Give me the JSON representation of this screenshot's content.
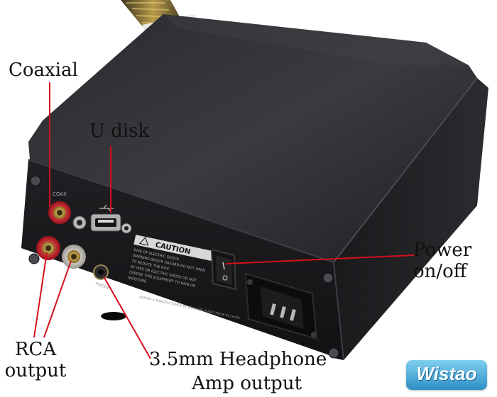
{
  "callouts": {
    "coaxial": "Coaxial",
    "u_disk": "U disk",
    "power_line1": "Power",
    "power_line2": "on/off",
    "rca_line1": "RCA",
    "rca_line2": "output",
    "headphone_line1": "3.5mm Headphone",
    "headphone_line2": "Amp output"
  },
  "panel_markings": {
    "coax_port": "COAX",
    "phone_port": "PHONE",
    "caution_title": "CAUTION",
    "caution_subtitle": "RISK OF ELECTRIC SHOCK",
    "caution_line1": "WARNING:SHOCK HAZARD-DO NOT OPEN",
    "caution_line2": "TO REDUCE THE RISK",
    "caution_line3": "OF FIRE OR ELECTRIC SHOCK DO NOT",
    "caution_line4": "EXPOSE THIS EQUIPMENT TO RAIN OR",
    "caution_line5": "MOISTURE",
    "footer_line": "DESIGN & MANUFACTURED BY WEILIANG AUDIO MADE IN CHINA"
  },
  "brand": {
    "logo_text": "Wistao"
  },
  "colors": {
    "chassis": "#1c1c1e",
    "callout_line": "#d4101a",
    "rca_red": "#c8202a",
    "rca_white": "#e8e6e0"
  }
}
